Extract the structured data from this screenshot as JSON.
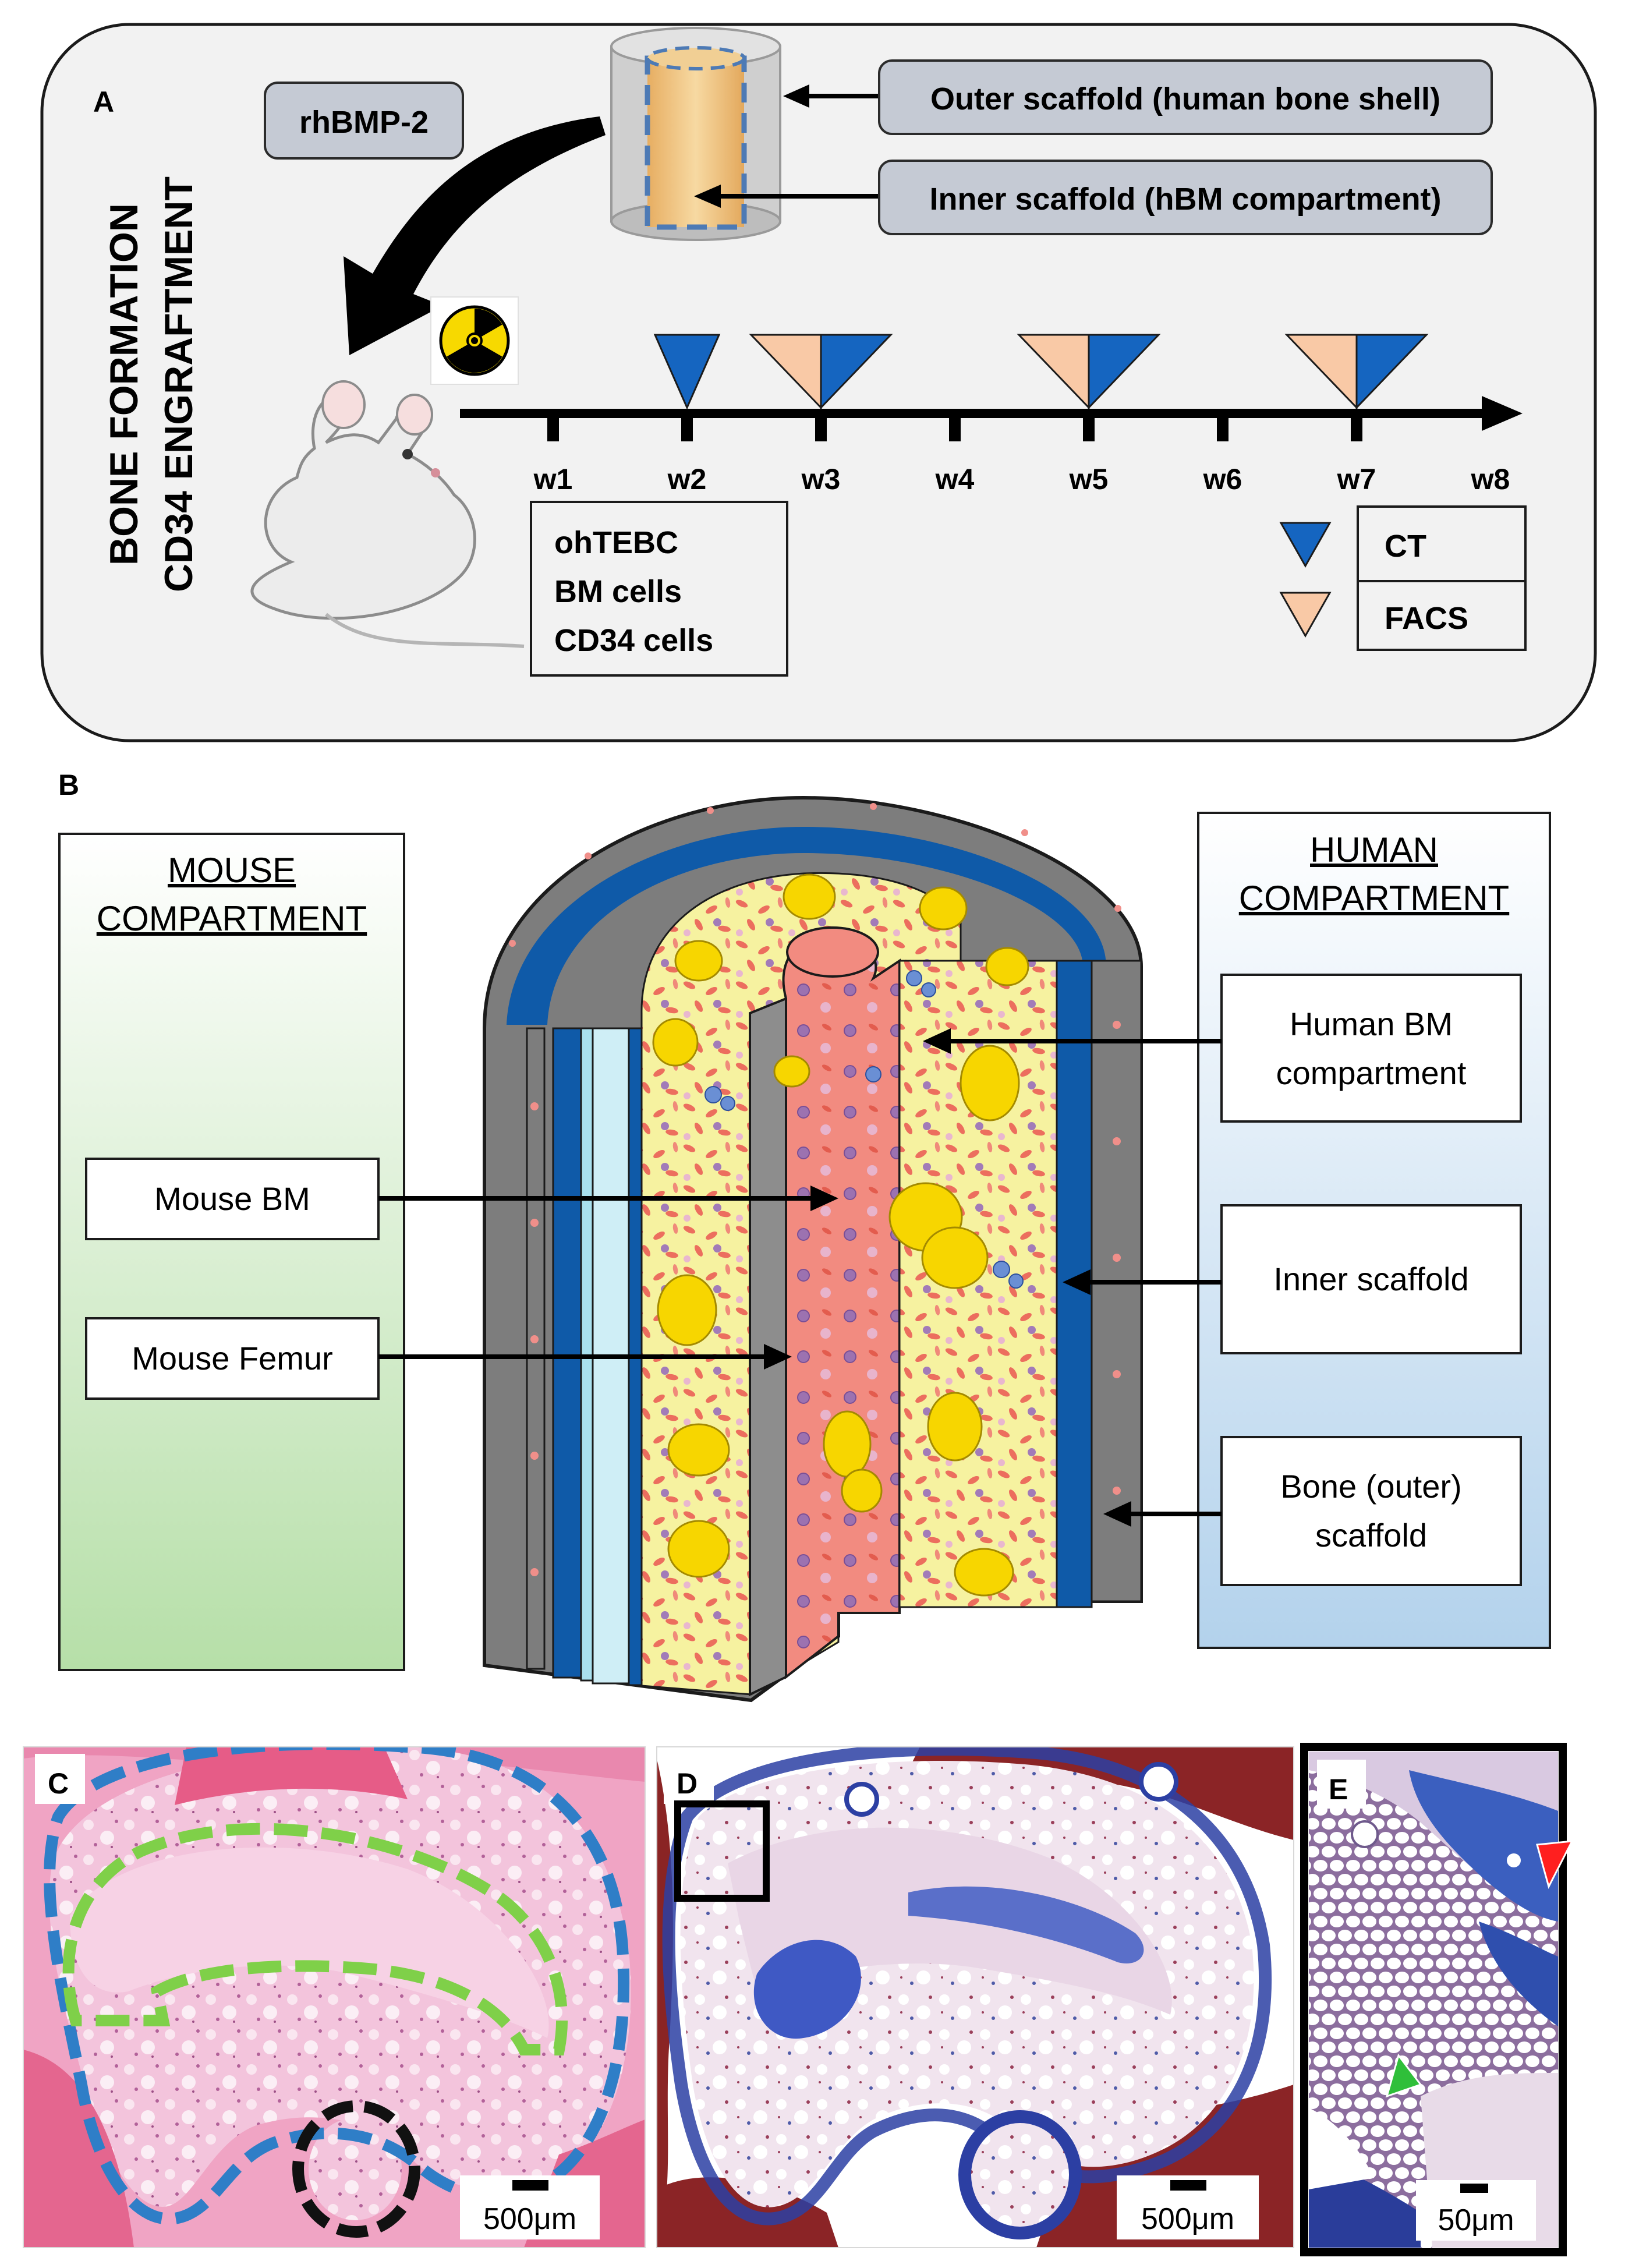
{
  "panel_a": {
    "letter": "A",
    "vertical_title_line1": "BONE FORMATION",
    "vertical_title_line2": "CD34 ENGRAFTMENT",
    "rhbmp_label": "rhBMP-2",
    "outer_scaffold_label": "Outer scaffold (human bone shell)",
    "inner_scaffold_label": "Inner scaffold (hBM compartment)",
    "weeks": [
      "w1",
      "w2",
      "w3",
      "w4",
      "w5",
      "w6",
      "w7",
      "w8"
    ],
    "ct_weeks": [
      2,
      3,
      5,
      7
    ],
    "facs_weeks": [
      3,
      5,
      7
    ],
    "injection_lines": [
      "ohTEBC",
      "BM cells",
      "CD34 cells"
    ],
    "legend_ct": "CT",
    "legend_facs": "FACS",
    "colors": {
      "ct": "#1565c0",
      "facs": "#f9c9a6",
      "label_box": "#c5cad4",
      "panel_bg": "#f2f2f2"
    }
  },
  "panel_b": {
    "letter": "B",
    "mouse_title_line1": "MOUSE",
    "mouse_title_line2": "COMPARTMENT",
    "human_title_line1": "HUMAN",
    "human_title_line2": "COMPARTMENT",
    "mouse_bm": "Mouse BM",
    "mouse_femur": "Mouse Femur",
    "human_bm_line1": "Human BM",
    "human_bm_line2": "compartment",
    "inner_scaffold": "Inner scaffold",
    "bone_outer_line1": "Bone (outer)",
    "bone_outer_line2": "scaffold",
    "colors": {
      "blue": "#0f5aa8",
      "grey": "#7d7d7d",
      "marrow": "#f6f2a0",
      "femur_bm": "#f28b80"
    }
  },
  "panel_c": {
    "letter": "C",
    "scale": "500μm"
  },
  "panel_d": {
    "letter": "D",
    "scale": "500μm"
  },
  "panel_e": {
    "letter": "E",
    "scale": "50μm"
  }
}
